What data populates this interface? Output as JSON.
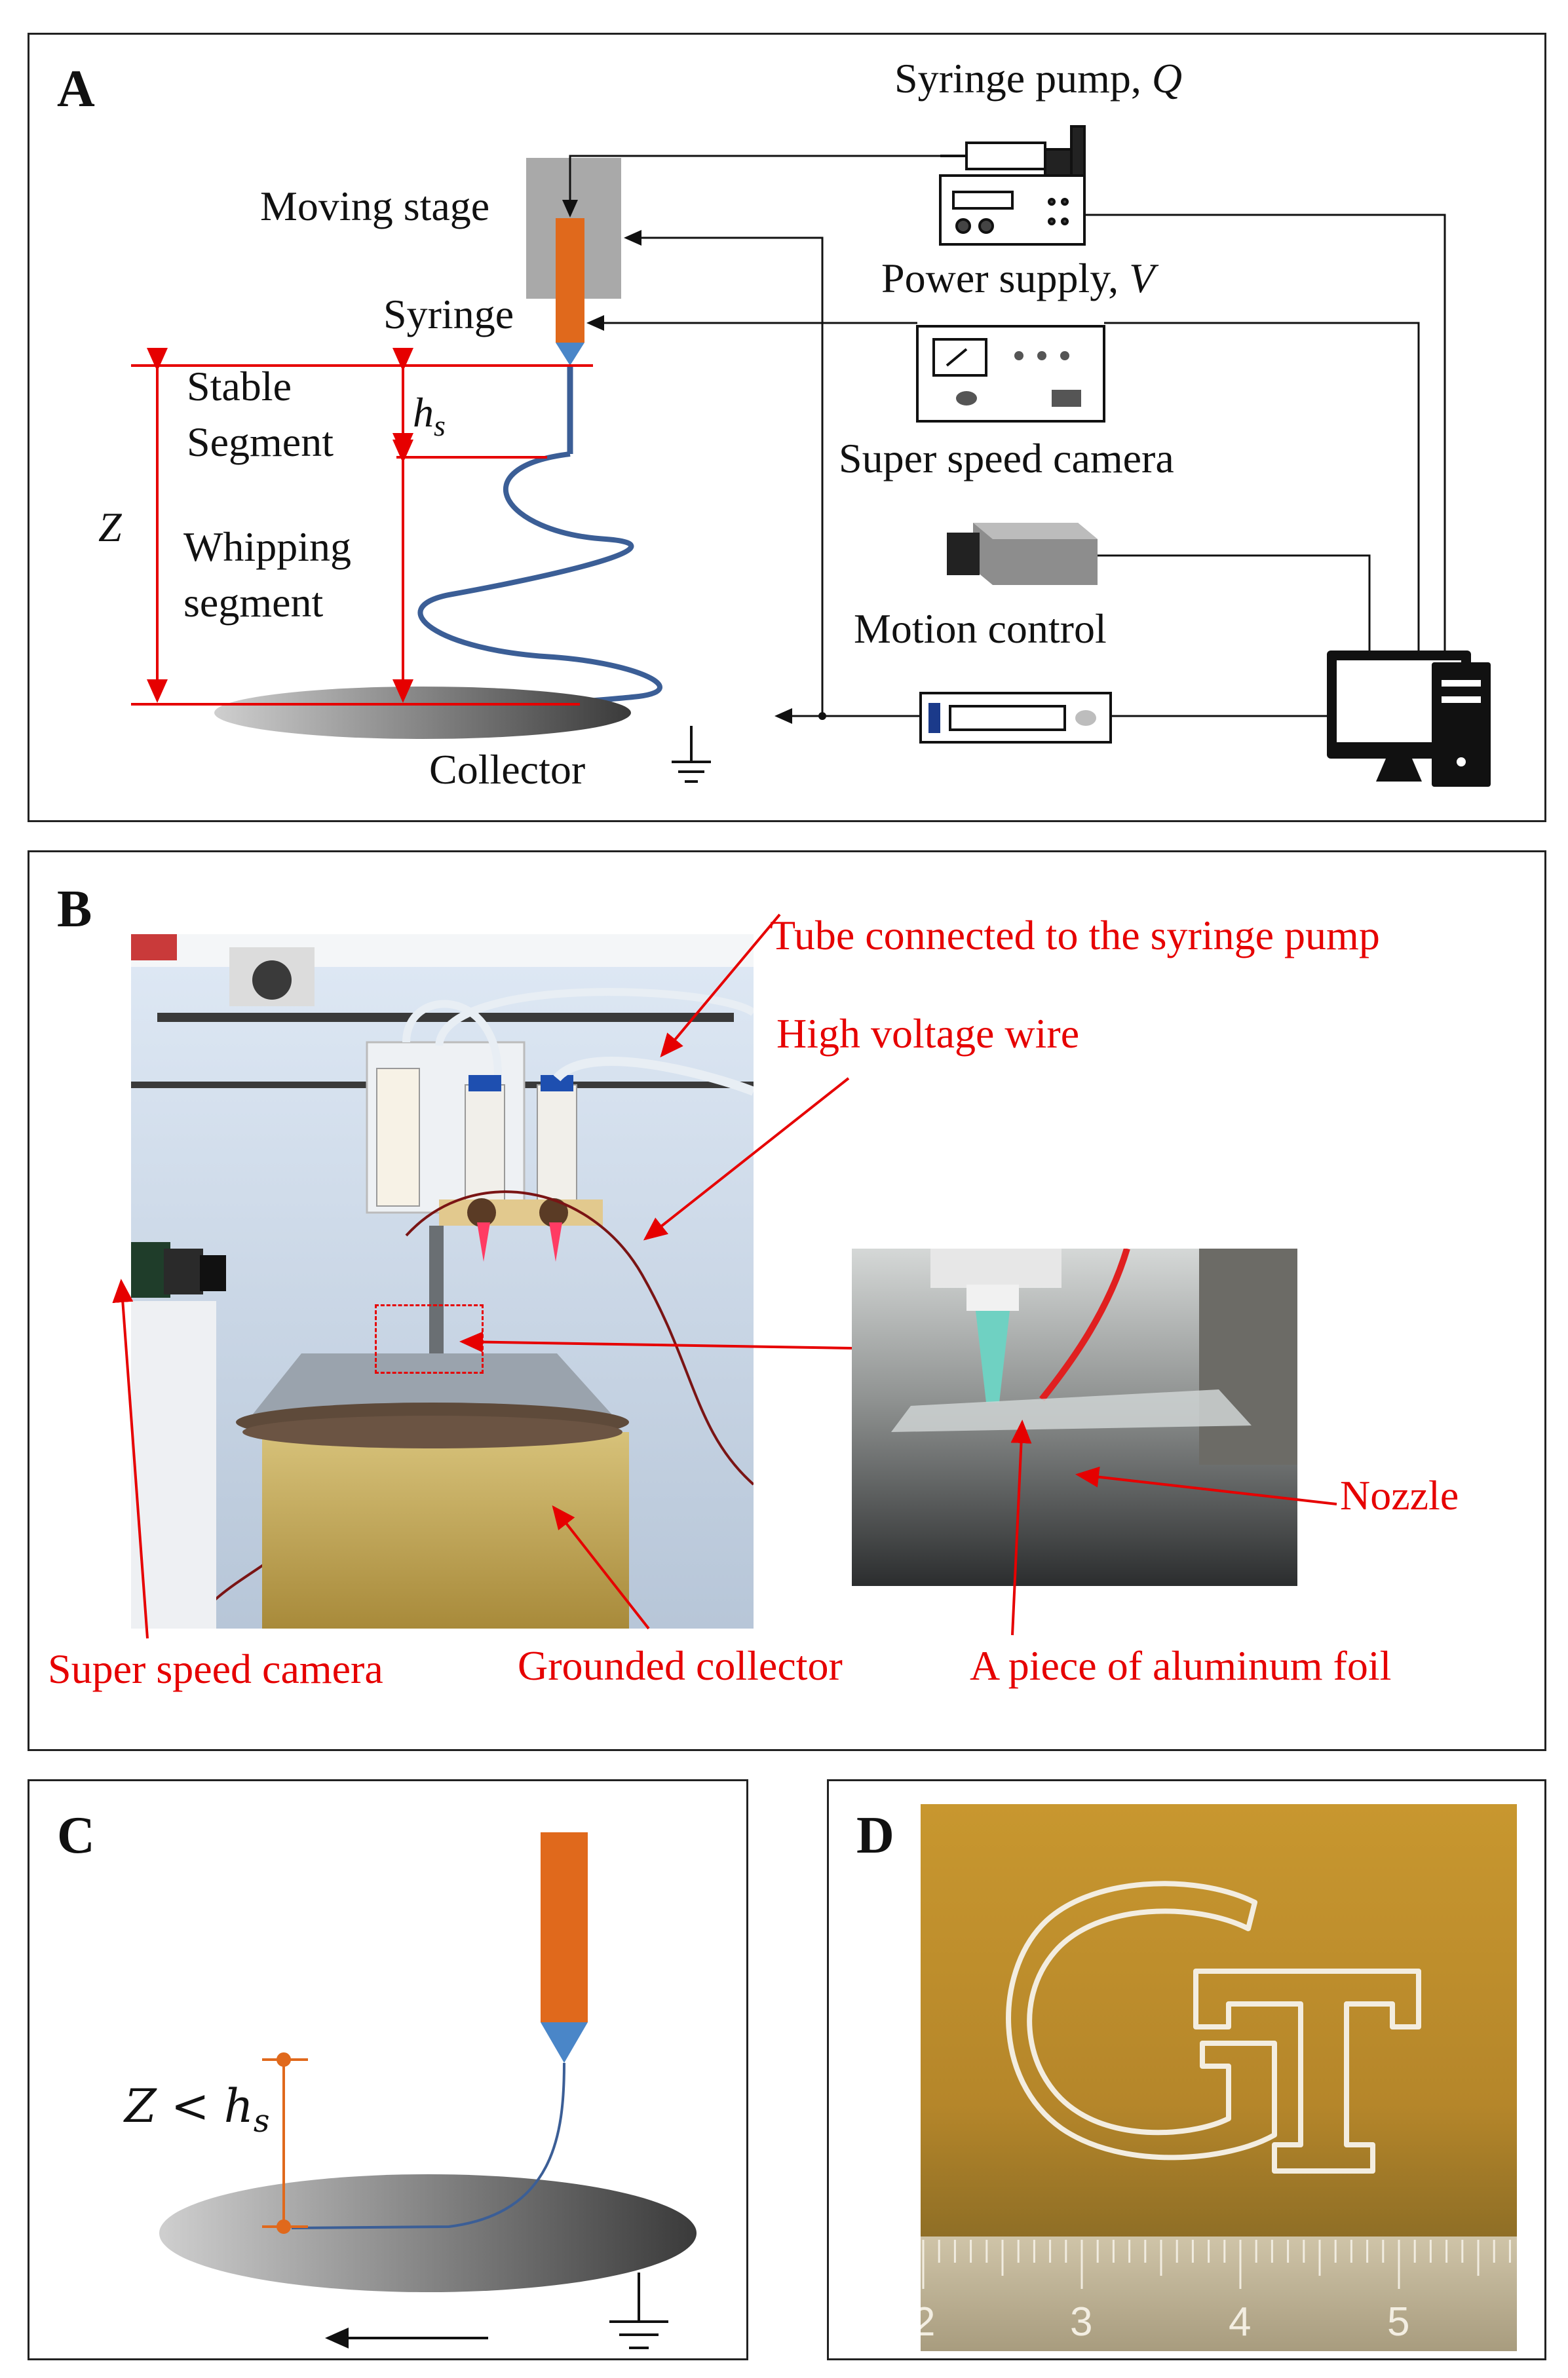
{
  "panels": {
    "a": {
      "letter": "A",
      "labels": {
        "syringe_pump": "Syringe pump, ",
        "syringe_pump_var": "Q",
        "moving_stage": "Moving stage",
        "power_supply": "Power supply, ",
        "power_supply_var": "V",
        "syringe": "Syringe",
        "stable_segment_1": "Stable",
        "stable_segment_2": "Segment",
        "hs_h": "h",
        "hs_s": "s",
        "super_speed_camera": "Super speed camera",
        "z": "Z",
        "whipping_1": "Whipping",
        "whipping_2": "segment",
        "motion_control": "Motion control",
        "collector": "Collector"
      }
    },
    "b": {
      "letter": "B",
      "labels": {
        "tube": "Tube connected to the syringe pump",
        "hv_wire": "High voltage wire",
        "nozzle": "Nozzle",
        "camera": "Super speed camera",
        "grounded_collector": "Grounded collector",
        "foil": "A piece of aluminum foil"
      }
    },
    "c": {
      "letter": "C",
      "labels": {
        "condition_z": "Z",
        "condition_lt": " < ",
        "condition_h": "h",
        "condition_s": "s"
      }
    },
    "d": {
      "letter": "D",
      "ruler_ticks": [
        "2",
        "3",
        "4",
        "5"
      ]
    }
  },
  "colors": {
    "red": "#e60000",
    "orange": "#e0691c",
    "jet_blue": "#3b5e96",
    "nozzle_blue": "#4a86c8",
    "stage_gray": "#a9a9a9"
  }
}
